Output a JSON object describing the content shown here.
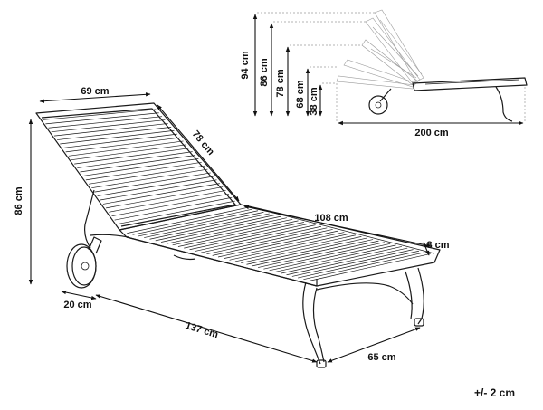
{
  "main_view": {
    "width_back": "69 cm",
    "backrest_length": "78 cm",
    "total_height": "86 cm",
    "seat_length": "108 cm",
    "seat_thickness": "8 cm",
    "wheel_offset": "20 cm",
    "base_length": "137 cm",
    "base_width": "65 cm"
  },
  "side_view": {
    "height_94": "94 cm",
    "height_86": "86 cm",
    "height_78": "78 cm",
    "height_68": "68 cm",
    "height_38": "38 cm",
    "total_length": "200 cm"
  },
  "tolerance": "+/- 2 cm"
}
